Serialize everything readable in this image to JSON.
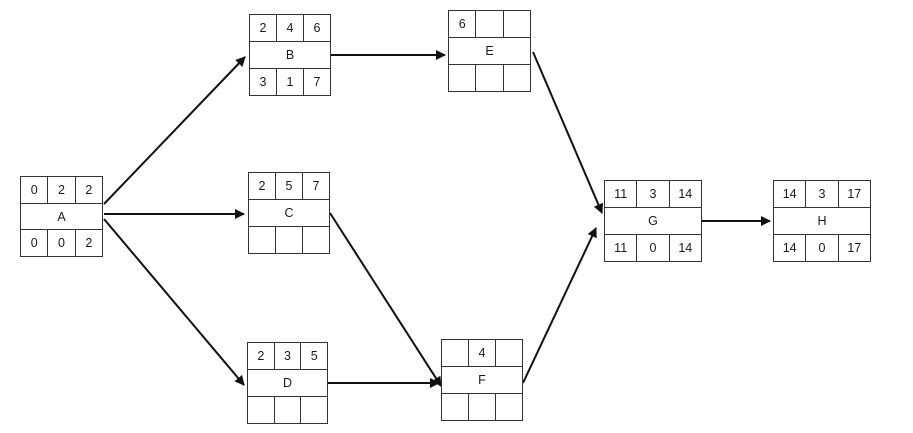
{
  "nodes": {
    "A": {
      "name": "A",
      "top": [
        "0",
        "2",
        "2"
      ],
      "bottom": [
        "0",
        "0",
        "2"
      ]
    },
    "B": {
      "name": "B",
      "top": [
        "2",
        "4",
        "6"
      ],
      "bottom": [
        "3",
        "1",
        "7"
      ]
    },
    "C": {
      "name": "C",
      "top": [
        "2",
        "5",
        "7"
      ],
      "bottom": [
        "",
        "",
        ""
      ]
    },
    "D": {
      "name": "D",
      "top": [
        "2",
        "3",
        "5"
      ],
      "bottom": [
        "",
        "",
        ""
      ]
    },
    "E": {
      "name": "E",
      "top": [
        "6",
        "",
        ""
      ],
      "bottom": [
        "",
        "",
        ""
      ]
    },
    "F": {
      "name": "F",
      "top": [
        "",
        "4",
        ""
      ],
      "bottom": [
        "",
        "",
        ""
      ]
    },
    "G": {
      "name": "G",
      "top": [
        "11",
        "3",
        "14"
      ],
      "bottom": [
        "11",
        "0",
        "14"
      ]
    },
    "H": {
      "name": "H",
      "top": [
        "14",
        "3",
        "17"
      ],
      "bottom": [
        "14",
        "0",
        "17"
      ]
    }
  },
  "edges": [
    {
      "from": "A",
      "to": "B"
    },
    {
      "from": "A",
      "to": "C"
    },
    {
      "from": "A",
      "to": "D"
    },
    {
      "from": "B",
      "to": "E"
    },
    {
      "from": "C",
      "to": "F"
    },
    {
      "from": "D",
      "to": "F"
    },
    {
      "from": "E",
      "to": "G"
    },
    {
      "from": "F",
      "to": "G"
    },
    {
      "from": "G",
      "to": "H"
    }
  ],
  "colors": {
    "line": "#111111",
    "border": "#333333",
    "background": "#ffffff"
  }
}
